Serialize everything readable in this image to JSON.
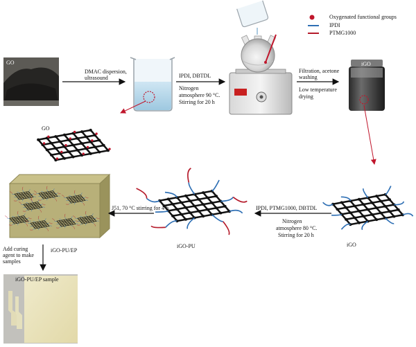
{
  "legend": {
    "oxygen_label": "Oxygenated functional groups",
    "ipdi_label": "IPDI",
    "ptmg_label": "PTMG1000",
    "oxygen_color": "#c0162c",
    "ipdi_color": "#2e6fb4",
    "ptmg_color": "#b51a2a"
  },
  "images": {
    "go_powder_label": "GO",
    "igo_vial_label": "iGO",
    "sample_label": "iGO-PU/EP sample"
  },
  "sheets": {
    "go_label": "GO",
    "igo_label": "iGO",
    "igo_pu_label": "iGO-PU",
    "composite_label": "iGO-PU/EP"
  },
  "steps": {
    "dispersion_line1": "DMAC dispersion,",
    "dispersion_line2": "ultrasound",
    "reaction1_top": "IPDI, DBTDL",
    "reaction1_line1": "Nitrogen",
    "reaction1_line2": "atmosphere 90 °C.",
    "reaction1_line3": "Stirring for 20 h",
    "filtration_line1": "Filtration, acetone",
    "filtration_line2": "washing",
    "filtration_line3": "Low temperature",
    "filtration_line4": "drying",
    "reaction2_top": "IPDI, PTMG1000, DBTDL",
    "reaction2_line1": "Nitrogen",
    "reaction2_line2": "atmosphere 80 °C.",
    "reaction2_line3": "Stirring for 20 h",
    "blend_top": "J51, 70 °C stirring for 4 h",
    "cure_line1": "Add curing",
    "cure_line2": "agent to make",
    "cure_line3": "samples"
  }
}
